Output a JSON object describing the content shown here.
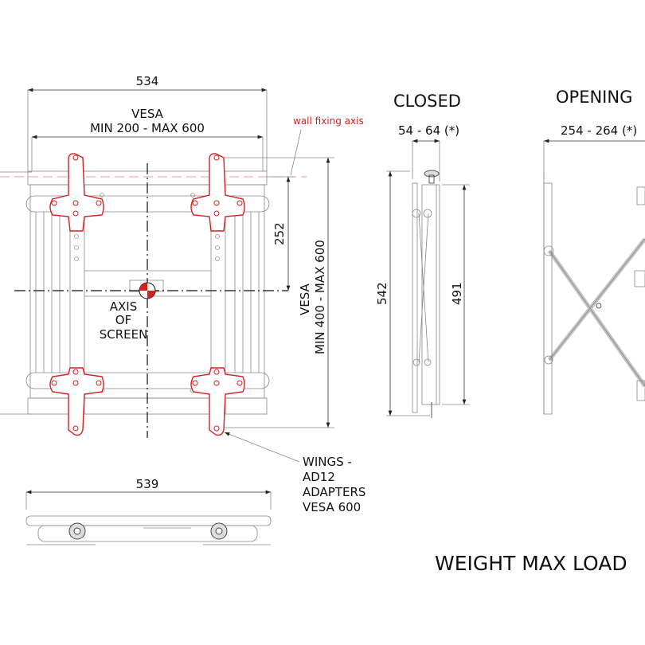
{
  "front_view": {
    "width_dim": "534",
    "vesa_h_title": "VESA",
    "vesa_h_range": "MIN 200 - MAX 600",
    "wall_axis_label": "wall fixing axis",
    "offset_dim": "252",
    "vesa_v_title": "VESA",
    "vesa_v_range": "MIN 400 - MAX 600",
    "axis_label": [
      "AXIS",
      "OF",
      "SCREEN"
    ],
    "accent_color": "#d42020"
  },
  "closed_view": {
    "title": "CLOSED",
    "depth_dim": "54 - 64 (*)",
    "height_dim": "542",
    "inner_dim": "491"
  },
  "opening_view": {
    "title": "OPENING",
    "depth_dim": "254 - 264 (*)"
  },
  "bottom_view": {
    "width_dim": "539"
  },
  "wings_label": [
    "WINGS -",
    "AD12",
    "ADAPTERS",
    "VESA 600"
  ],
  "weight_label": "WEIGHT MAX LOAD"
}
